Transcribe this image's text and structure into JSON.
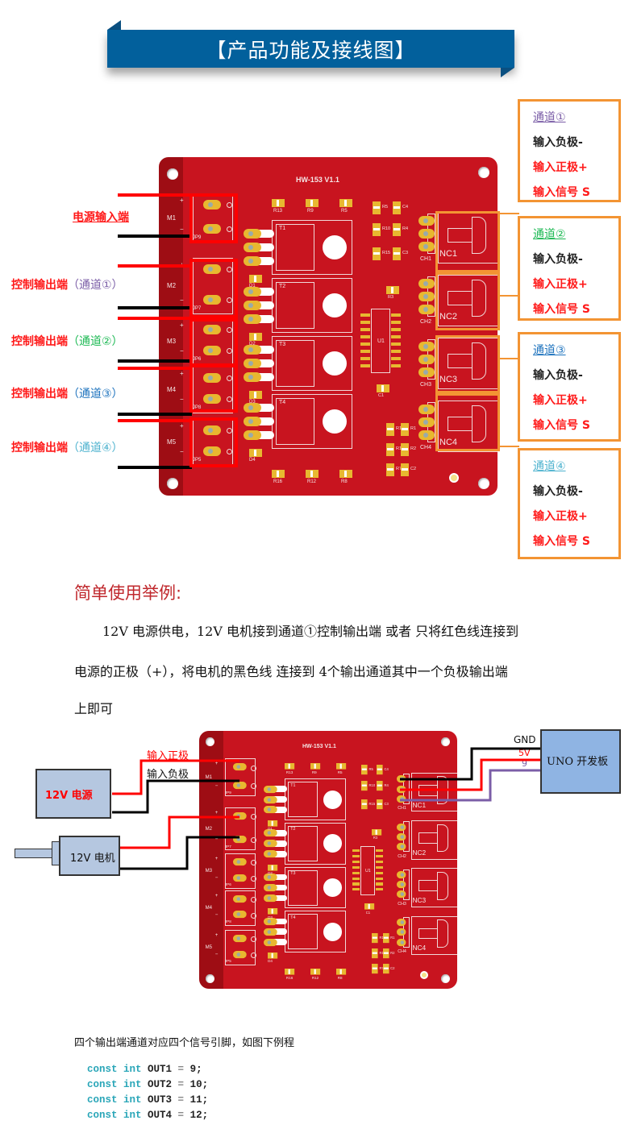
{
  "banner": {
    "title": "【产品功能及接线图】",
    "color": "#02609c"
  },
  "board": {
    "model": "HW-153 V1.1",
    "terminals": [
      {
        "name": "M1",
        "ref": "JP9"
      },
      {
        "name": "M2",
        "ref": "JP7"
      },
      {
        "name": "M3",
        "ref": "JP6"
      },
      {
        "name": "M4",
        "ref": "JP8"
      },
      {
        "name": "M5",
        "ref": "JP5"
      }
    ],
    "plus": "+",
    "minus": "−",
    "transistors": [
      "T1",
      "T2",
      "T3",
      "T4"
    ],
    "diodes": [
      "D1",
      "D2",
      "D3",
      "D4"
    ],
    "headers": [
      "CH1",
      "CH2",
      "CH3",
      "CH4"
    ],
    "connectors": [
      "NC1",
      "NC2",
      "NC3",
      "NC4"
    ],
    "ic": "U1",
    "top_resistors": [
      "R13",
      "R9",
      "R5"
    ],
    "bottom_resistors": [
      "R16",
      "R12",
      "R8"
    ],
    "mid_parts": [
      "R5",
      "C4",
      "R10",
      "R4",
      "R15",
      "C3",
      "R3",
      "C1",
      "R14",
      "R1",
      "R11",
      "R2",
      "R7",
      "C2"
    ]
  },
  "left_labels": {
    "power_input": "电源输入端",
    "control_outputs": [
      {
        "label": "控制输出端",
        "channel": "（通道①）",
        "color": "#7b5ea7"
      },
      {
        "label": "控制输出端",
        "channel": "（通道②）",
        "color": "#1db954"
      },
      {
        "label": "控制输出端",
        "channel": "（通道③）",
        "color": "#1e73be"
      },
      {
        "label": "控制输出端",
        "channel": "（通道④）",
        "color": "#4fb3cf"
      }
    ]
  },
  "channels": [
    {
      "title": "通道①",
      "color": "#7b5ea7",
      "neg": "输入负极-",
      "pos": "输入正极+",
      "sig": "输入信号 S"
    },
    {
      "title": "通道②",
      "color": "#1db954",
      "neg": "输入负极-",
      "pos": "输入正极+",
      "sig": "输入信号 S"
    },
    {
      "title": "通道③",
      "color": "#1e73be",
      "neg": "输入负极-",
      "pos": "输入正极+",
      "sig": "输入信号 S"
    },
    {
      "title": "通道④",
      "color": "#4fb3cf",
      "neg": "输入负极-",
      "pos": "输入正极+",
      "sig": "输入信号 S"
    }
  ],
  "example": {
    "heading": "简单使用举例:",
    "line1": "12V 电源供电，12V 电机接到通道①控制输出端 或者 只将红色线连接到",
    "line2": "电源的正极（+），将电机的黑色线 连接到 4个输出通道其中一个负极输出端",
    "line3": "上即可"
  },
  "wiring": {
    "power_supply": "12V 电源",
    "motor": "12V 电机",
    "pos_label": "输入正极",
    "neg_label": "输入负极",
    "uno": "UNO 开发板",
    "gnd": "GND",
    "v5": "5V",
    "pin": "9"
  },
  "code_note": "四个输出端通道对应四个信号引脚，如图下例程",
  "code": [
    {
      "kw1": "const",
      "kw2": "int",
      "name": "OUT1",
      "value": "9;"
    },
    {
      "kw1": "const",
      "kw2": "int",
      "name": "OUT2",
      "value": "10;"
    },
    {
      "kw1": "const",
      "kw2": "int",
      "name": "OUT3",
      "value": "11;"
    },
    {
      "kw1": "const",
      "kw2": "int",
      "name": "OUT4",
      "value": "12;"
    }
  ]
}
